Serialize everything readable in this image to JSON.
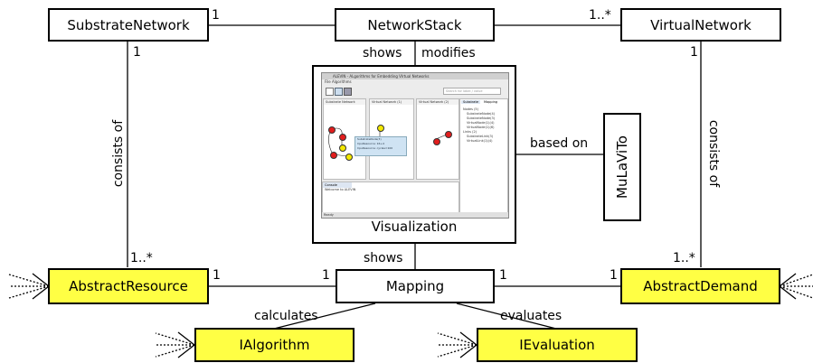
{
  "nodes": {
    "substrate_network": "SubstrateNetwork",
    "network_stack": "NetworkStack",
    "virtual_network": "VirtualNetwork",
    "mulavito": "MuLaViTo",
    "visualization": "Visualization",
    "abstract_resource": "AbstractResource",
    "mapping": "Mapping",
    "abstract_demand": "AbstractDemand",
    "ialgorithm": "IAlgorithm",
    "ievaluation": "IEvaluation"
  },
  "edge_labels": {
    "substrate_stack_mult": "1",
    "stack_virtual_mult": "1..*",
    "shows_top": "shows",
    "modifies": "modifies",
    "substrate_consists_mult_top": "1",
    "virtual_consists_mult_top": "1",
    "consists_of_left": "consists of",
    "consists_of_right": "consists of",
    "based_on": "based on",
    "resource_mult_bottom": "1..*",
    "demand_mult_bottom": "1..*",
    "shows_bottom": "shows",
    "resource_mapping_left": "1",
    "resource_mapping_right": "1",
    "mapping_demand_left": "1",
    "mapping_demand_right": "1",
    "calculates": "calculates",
    "evaluates": "evaluates"
  },
  "screenshot": {
    "title": "ALEVIN - ALgorithms for Embedding VIrtual Networks",
    "menu": "File  Algorithms",
    "search_placeholder": "Search for label / value",
    "pane1": "Substrate Network",
    "pane2": "Virtual Network (1)",
    "pane3": "Virtual Network (2)",
    "tab1": "Substrate",
    "tab2": "Mapping",
    "tree": [
      "Nodes (5)",
      "SubstrateNode(4)",
      "SubstrateNode(3)",
      "VirtualNode(1)(4)",
      "VirtualNode(1)(6)",
      "Links (2)",
      "SubstrateLink(3)",
      "VirtualLink(1)(4)"
    ],
    "tooltip": [
      "SubstrateNode(3)",
      "CpuResource: 16+4",
      "CpuResource: cycles=100"
    ],
    "console_tab": "Console",
    "console_text": "Welcome to ALEVIN",
    "status": "Ready"
  },
  "colors": {
    "highlight": "#ffff44",
    "node_red": "#e21d1d",
    "node_yellow": "#f3e800"
  }
}
